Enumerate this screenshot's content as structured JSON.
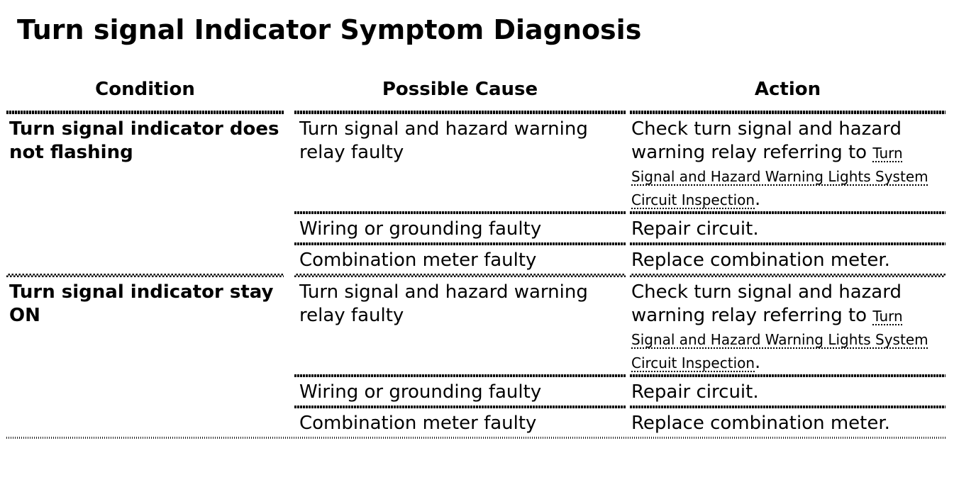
{
  "page_title": "Turn signal Indicator Symptom Diagnosis",
  "table": {
    "columns": [
      "Condition",
      "Possible Cause",
      "Action"
    ],
    "groups": [
      {
        "condition": "Turn signal indicator does not flashing",
        "rows": [
          {
            "cause": "Turn signal and hazard warning relay faulty",
            "action_prefix": "Check turn signal and hazard warning relay referring to ",
            "action_link": "Turn Signal and Hazard Warning Lights System Circuit Inspection",
            "action_suffix": "."
          },
          {
            "cause": "Wiring or grounding faulty",
            "action": "Repair circuit."
          },
          {
            "cause": "Combination meter faulty",
            "action": "Replace combination meter."
          }
        ]
      },
      {
        "condition": "Turn signal indicator stay ON",
        "rows": [
          {
            "cause": "Turn signal and hazard warning relay faulty",
            "action_prefix": "Check turn signal and hazard warning relay referring to ",
            "action_link": "Turn Signal and Hazard Warning Lights System Circuit Inspection",
            "action_suffix": "."
          },
          {
            "cause": "Wiring or grounding faulty",
            "action": "Repair circuit."
          },
          {
            "cause": "Combination meter faulty",
            "action": "Replace combination meter."
          }
        ]
      }
    ]
  }
}
